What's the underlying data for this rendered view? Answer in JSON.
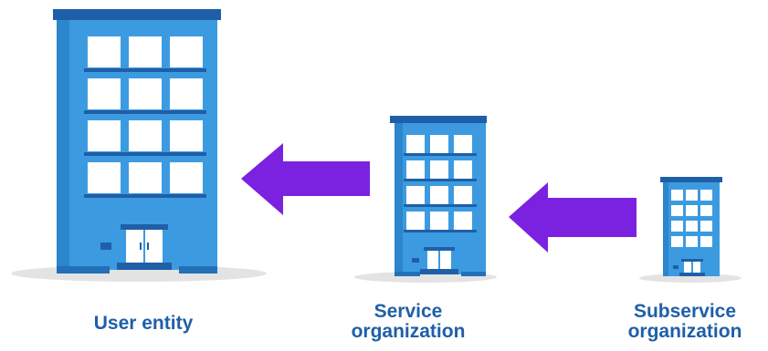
{
  "labels": {
    "user_entity": "User entity",
    "service_line1": "Service",
    "service_line2": "organization",
    "subservice_line1": "Subservice",
    "subservice_line2": "organization"
  },
  "colors": {
    "building": "#3c9be0",
    "building_shadow": "#2b86cc",
    "roof": "#1f5fa8",
    "window": "#ffffff",
    "ground": "#e3e3e3",
    "arrow": "#7b22e0",
    "caption": "#1f5fa8"
  },
  "icons": [
    "office-building-icon",
    "arrow-left-icon"
  ]
}
